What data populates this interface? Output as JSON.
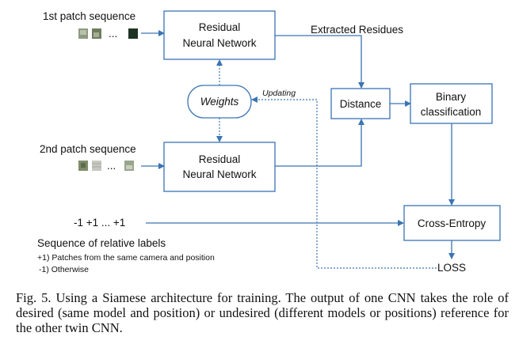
{
  "seq1": {
    "label": "1st patch sequence",
    "ellipsis": "..."
  },
  "seq2": {
    "label": "2nd patch sequence",
    "ellipsis": "..."
  },
  "resnet_top": {
    "line1": "Residual",
    "line2": "Neural Network"
  },
  "resnet_bottom": {
    "line1": "Residual",
    "line2": "Neural Network"
  },
  "weights": "Weights",
  "updating": "Updating",
  "extracted": "Extracted Residues",
  "distance": "Distance",
  "binary": {
    "line1": "Binary",
    "line2": "classification"
  },
  "labels_seq": "-1 +1  ...  +1",
  "cross_entropy": "Cross-Entropy",
  "loss": "LOSS",
  "legend": {
    "title": "Sequence of relative labels",
    "item1": "+1) Patches from the same camera and position",
    "item2": "-1) Otherwise"
  },
  "caption": "Fig. 5.   Using a Siamese architecture for training. The output of one CNN takes the role of desired (same model and position) or undesired (different models or positions) reference for the other twin CNN."
}
